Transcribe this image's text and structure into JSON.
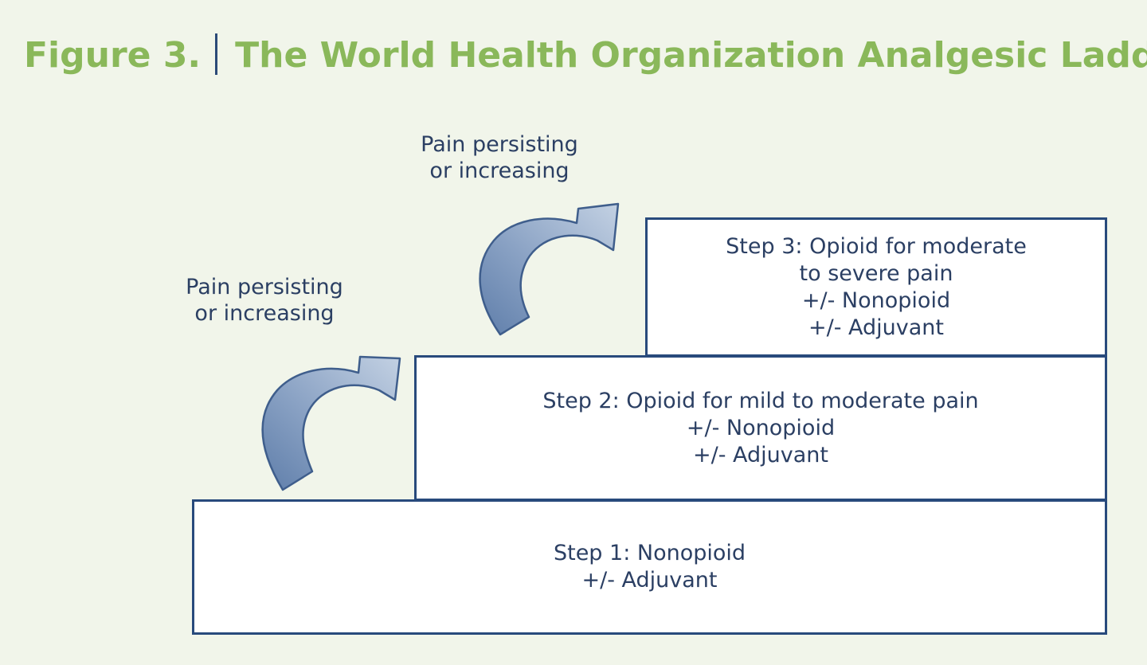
{
  "figure": {
    "label": "Figure 3.",
    "title": "The World Health Organization Analgesic Ladder"
  },
  "steps": [
    {
      "lines": [
        "Step 1: Nonopioid",
        "+/- Adjuvant"
      ]
    },
    {
      "lines": [
        "Step 2: Opioid for mild to moderate pain",
        "+/- Nonopioid",
        "+/- Adjuvant"
      ]
    },
    {
      "lines": [
        "Step 3: Opioid for moderate",
        "to severe pain",
        "+/- Nonopioid",
        "+/- Adjuvant"
      ]
    }
  ],
  "transitions": [
    {
      "lines": [
        "Pain persisting",
        "or increasing"
      ]
    },
    {
      "lines": [
        "Pain persisting",
        "or increasing"
      ]
    }
  ],
  "colors": {
    "background": "#f1f5ea",
    "title": "#8ab85a",
    "border": "#284a7c",
    "text": "#2b3f63",
    "arrow_dark": "#5f7eaa",
    "arrow_light": "#b9c9dd"
  },
  "icons": {
    "arrow": "curved-arrow-icon"
  }
}
